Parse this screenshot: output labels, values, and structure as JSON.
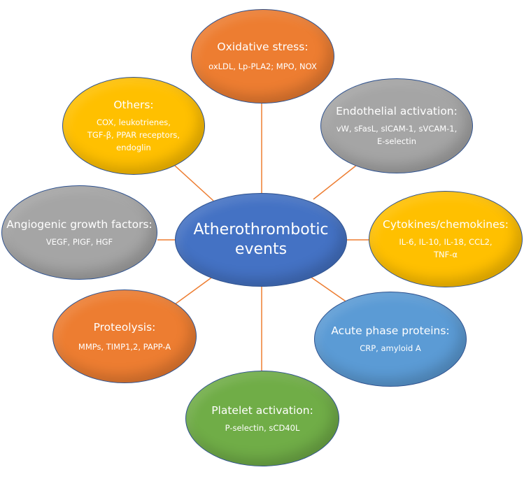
{
  "diagram": {
    "center": {
      "lines": [
        "Atherothrombotic",
        "events"
      ],
      "color": "#4472c4"
    },
    "connector_color": "#ed7d31",
    "nodes": [
      {
        "id": "oxidative-stress",
        "title": "Oxidative stress:",
        "details": [
          "oxLDL, Lp-PLA2; MPO, NOX"
        ],
        "color": "#ed7d31"
      },
      {
        "id": "endothelial-activation",
        "title": "Endothelial activation:",
        "details": [
          "vW, sFasL, sICAM-1, sVCAM-1,",
          "E-selectin"
        ],
        "color": "#a5a5a5"
      },
      {
        "id": "cytokines-chemokines",
        "title": "Cytokines/chemokines:",
        "details": [
          "IL-6, IL-10, IL-18, CCL2,",
          "TNF-α"
        ],
        "color": "#ffc000"
      },
      {
        "id": "acute-phase-proteins",
        "title": "Acute phase proteins:",
        "details": [
          "CRP, amyloid A"
        ],
        "color": "#5b9bd5"
      },
      {
        "id": "platelet-activation",
        "title": "Platelet activation:",
        "details": [
          "P-selectin, sCD40L"
        ],
        "color": "#70ad47"
      },
      {
        "id": "proteolysis",
        "title": "Proteolysis:",
        "details": [
          "MMPs, TIMP1,2,  PAPP-A"
        ],
        "color": "#ed7d31"
      },
      {
        "id": "angiogenic-growth-factors",
        "title": "Angiogenic growth factors:",
        "details": [
          "VEGF, PIGF, HGF"
        ],
        "color": "#a5a5a5"
      },
      {
        "id": "others",
        "title": "Others:",
        "details": [
          "COX, leukotrienes,",
          "TGF-β, PPAR  receptors,",
          "endoglin"
        ],
        "color": "#ffc000"
      }
    ]
  }
}
